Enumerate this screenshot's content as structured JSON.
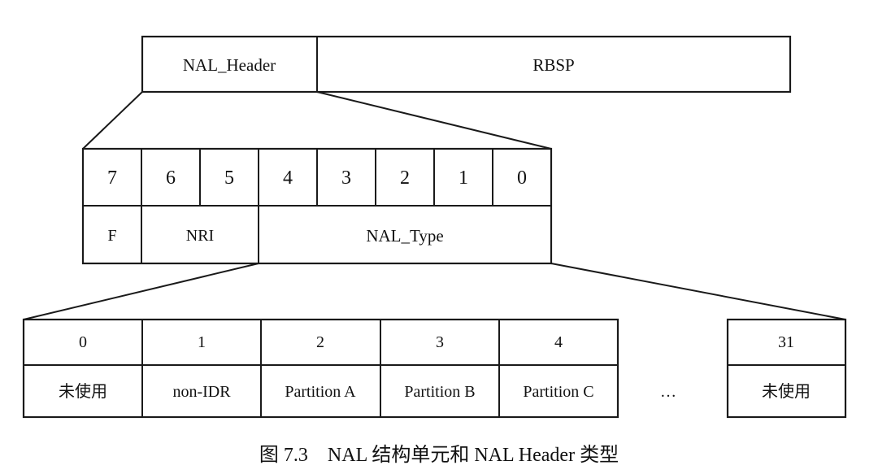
{
  "top_row": {
    "header": "NAL_Header",
    "payload": "RBSP"
  },
  "bits": [
    "7",
    "6",
    "5",
    "4",
    "3",
    "2",
    "1",
    "0"
  ],
  "fields": {
    "f": "F",
    "nri": "NRI",
    "type": "NAL_Type"
  },
  "types": [
    {
      "num": "0",
      "label": "未使用"
    },
    {
      "num": "1",
      "label": "non-IDR"
    },
    {
      "num": "2",
      "label": "Partition A"
    },
    {
      "num": "3",
      "label": "Partition B"
    },
    {
      "num": "4",
      "label": "Partition C"
    }
  ],
  "ellipsis": "…",
  "last_type": {
    "num": "31",
    "label": "未使用"
  },
  "caption": "图 7.3　NAL 结构单元和 NAL Header 类型"
}
